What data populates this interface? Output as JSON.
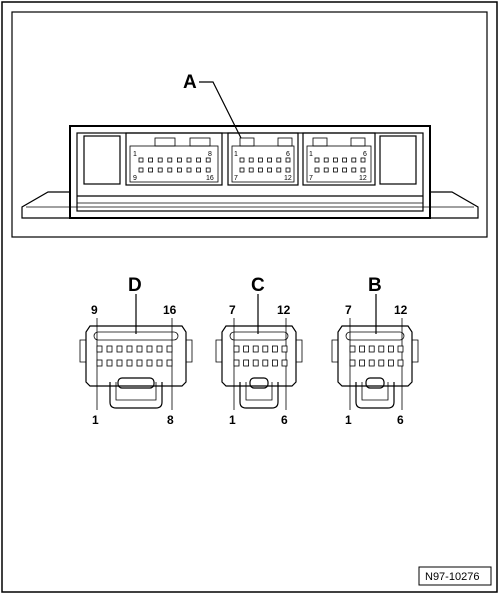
{
  "labels": {
    "connector_block": "A",
    "plug_d": "D",
    "plug_c": "C",
    "plug_b": "B"
  },
  "control_unit_pins": {
    "left": {
      "top_first": "1",
      "top_last": "8",
      "bottom_first": "9",
      "bottom_last": "16"
    },
    "middle": {
      "top_first": "1",
      "top_last": "6",
      "bottom_first": "7",
      "bottom_last": "12"
    },
    "right": {
      "top_first": "1",
      "top_last": "6",
      "bottom_first": "7",
      "bottom_last": "12"
    }
  },
  "plug_pins": {
    "d": {
      "top_left": "9",
      "top_right": "16",
      "bottom_left": "1",
      "bottom_right": "8"
    },
    "c": {
      "top_left": "7",
      "top_right": "12",
      "bottom_left": "1",
      "bottom_right": "6"
    },
    "b": {
      "top_left": "7",
      "top_right": "12",
      "bottom_left": "1",
      "bottom_right": "6"
    }
  },
  "figure_ref": "N97-10276"
}
